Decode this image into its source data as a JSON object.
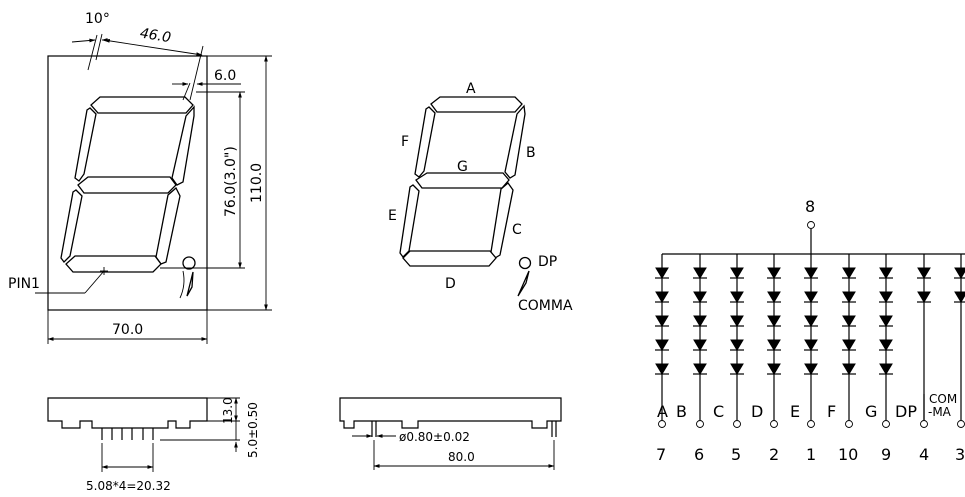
{
  "front_view": {
    "dim_angle": "10°",
    "dim_top_width": "46.0",
    "dim_segment_width": "6.0",
    "dim_digit_height": "76.0(3.0\")",
    "dim_height": "110.0",
    "dim_width": "70.0",
    "pin1_label": "PIN1"
  },
  "segment_key": {
    "labels": {
      "a": "A",
      "b": "B",
      "c": "C",
      "d": "D",
      "e": "E",
      "f": "F",
      "g": "G",
      "dp": "DP",
      "comma": "COMMA"
    }
  },
  "side_view": {
    "dim_body_height": "13.0",
    "dim_pin_length": "5.0±0.50",
    "dim_pin_pitch": "5.08*4=20.32"
  },
  "bottom_view": {
    "dim_pin_diameter": "ø0.80±0.02",
    "dim_length": "80.0"
  },
  "schematic": {
    "common_pin": "8",
    "seg_labels": [
      "A",
      "B",
      "C",
      "D",
      "E",
      "F",
      "G",
      "DP"
    ],
    "com_label_top": "COM",
    "com_label_bottom": "-MA",
    "pin_numbers": [
      "7",
      "6",
      "5",
      "2",
      "1",
      "10",
      "9",
      "4",
      "3"
    ]
  }
}
